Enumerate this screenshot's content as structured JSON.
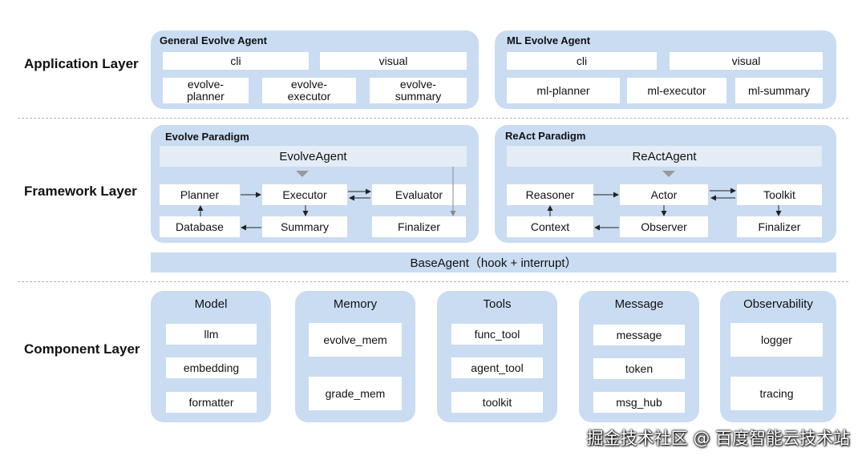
{
  "layers": {
    "application": "Application Layer",
    "framework": "Framework Layer",
    "component": "Component Layer"
  },
  "application": {
    "general": {
      "title": "General Evolve Agent",
      "cli": "cli",
      "visual": "visual",
      "planner": "evolve-\nplanner",
      "executor": "evolve-\nexecutor",
      "summary": "evolve-\nsummary"
    },
    "ml": {
      "title": "ML Evolve Agent",
      "cli": "cli",
      "visual": "visual",
      "planner": "ml-planner",
      "executor": "ml-executor",
      "summary": "ml-summary"
    }
  },
  "framework": {
    "evolve": {
      "title": "Evolve Paradigm",
      "agent": "EvolveAgent",
      "planner": "Planner",
      "executor": "Executor",
      "evaluator": "Evaluator",
      "database": "Database",
      "summary": "Summary",
      "finalizer": "Finalizer"
    },
    "react": {
      "title": "ReAct Paradigm",
      "agent": "ReActAgent",
      "reasoner": "Reasoner",
      "actor": "Actor",
      "toolkit": "Toolkit",
      "context": "Context",
      "observer": "Observer",
      "finalizer": "Finalizer"
    },
    "base": "BaseAgent（hook + interrupt）"
  },
  "components": [
    {
      "title": "Model",
      "items": [
        "llm",
        "embedding",
        "formatter"
      ]
    },
    {
      "title": "Memory",
      "items": [
        "evolve_mem",
        "grade_mem"
      ]
    },
    {
      "title": "Tools",
      "items": [
        "func_tool",
        "agent_tool",
        "toolkit"
      ]
    },
    {
      "title": "Message",
      "items": [
        "message",
        "token",
        "msg_hub"
      ]
    },
    {
      "title": "Observability",
      "items": [
        "logger",
        "tracing"
      ]
    }
  ],
  "watermark": "掘金技术社区 @ 百度智能云技术站",
  "colors": {
    "panel": "#c9dcf1",
    "agent_bar": "#e4ecf6",
    "box": "#ffffff",
    "arrow": "#222222",
    "arrow_gray": "#888888"
  }
}
